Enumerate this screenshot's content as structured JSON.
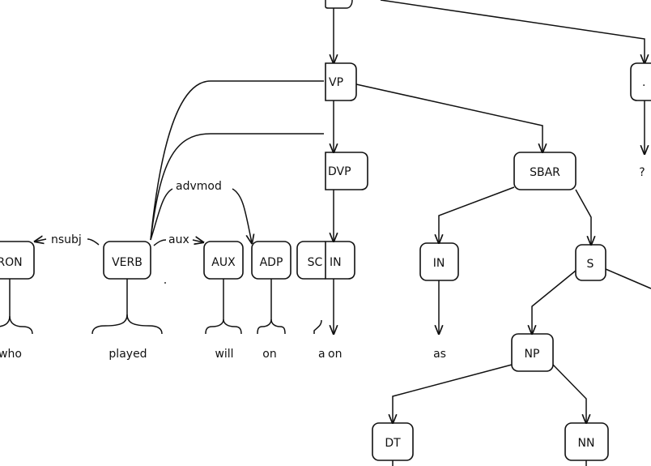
{
  "left_panel": {
    "nodes": {
      "pron": "RON",
      "verb": "VERB",
      "aux": "AUX",
      "adp": "ADP",
      "sconj": "SC"
    },
    "arcs": {
      "nsubj": "nsubj",
      "aux": "aux",
      "advmod": "advmod"
    },
    "words": {
      "who": "who",
      "played": "played",
      "will": "will",
      "on": "on",
      "a": "a"
    }
  },
  "right_panel": {
    "nodes": {
      "vp": "VP",
      "advp": "DVP",
      "in_on": "IN",
      "sbar": "SBAR",
      "in_as": "IN",
      "s": "S",
      "np": "NP",
      "dt": "DT",
      "nn": "NN",
      "period": "."
    },
    "words": {
      "on": "on",
      "as": "as",
      "question": "?"
    }
  }
}
